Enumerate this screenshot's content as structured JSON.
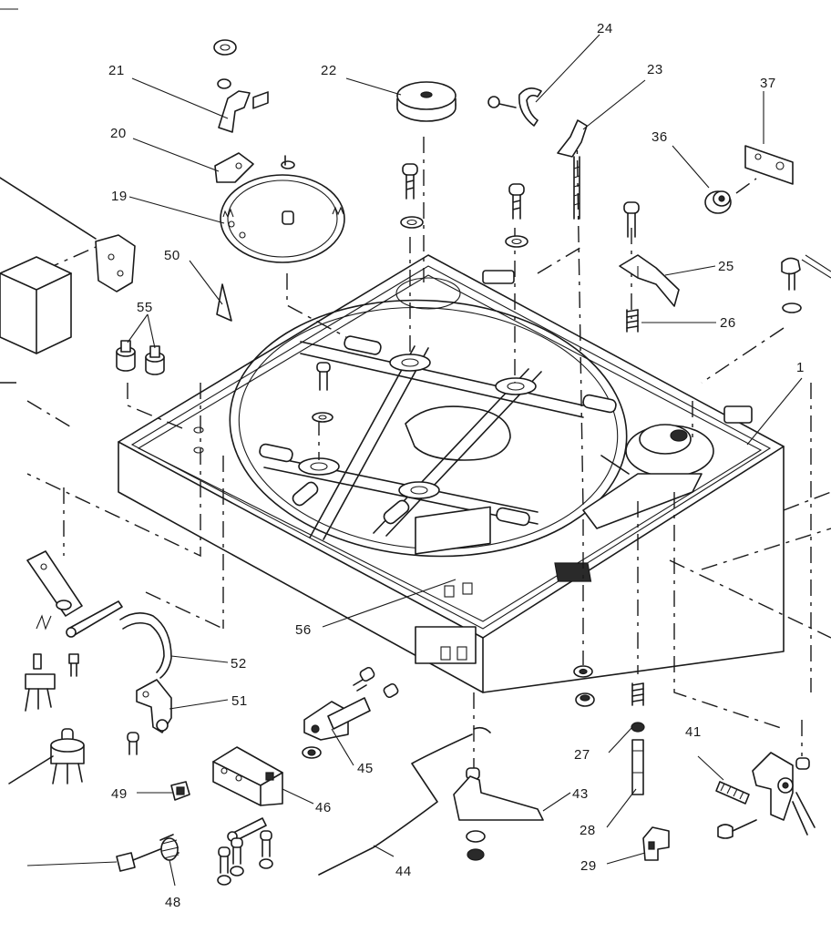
{
  "diagram": {
    "labels": {
      "p1": "1",
      "p19": "19",
      "p20": "20",
      "p21": "21",
      "p22": "22",
      "p23": "23",
      "p24": "24",
      "p25": "25",
      "p26": "26",
      "p27": "27",
      "p28": "28",
      "p29": "29",
      "p36": "36",
      "p37": "37",
      "p41": "41",
      "p43": "43",
      "p44": "44",
      "p45": "45",
      "p46": "46",
      "p48": "48",
      "p49": "49",
      "p50": "50",
      "p51": "51",
      "p52": "52",
      "p55": "55",
      "p56": "56"
    }
  }
}
